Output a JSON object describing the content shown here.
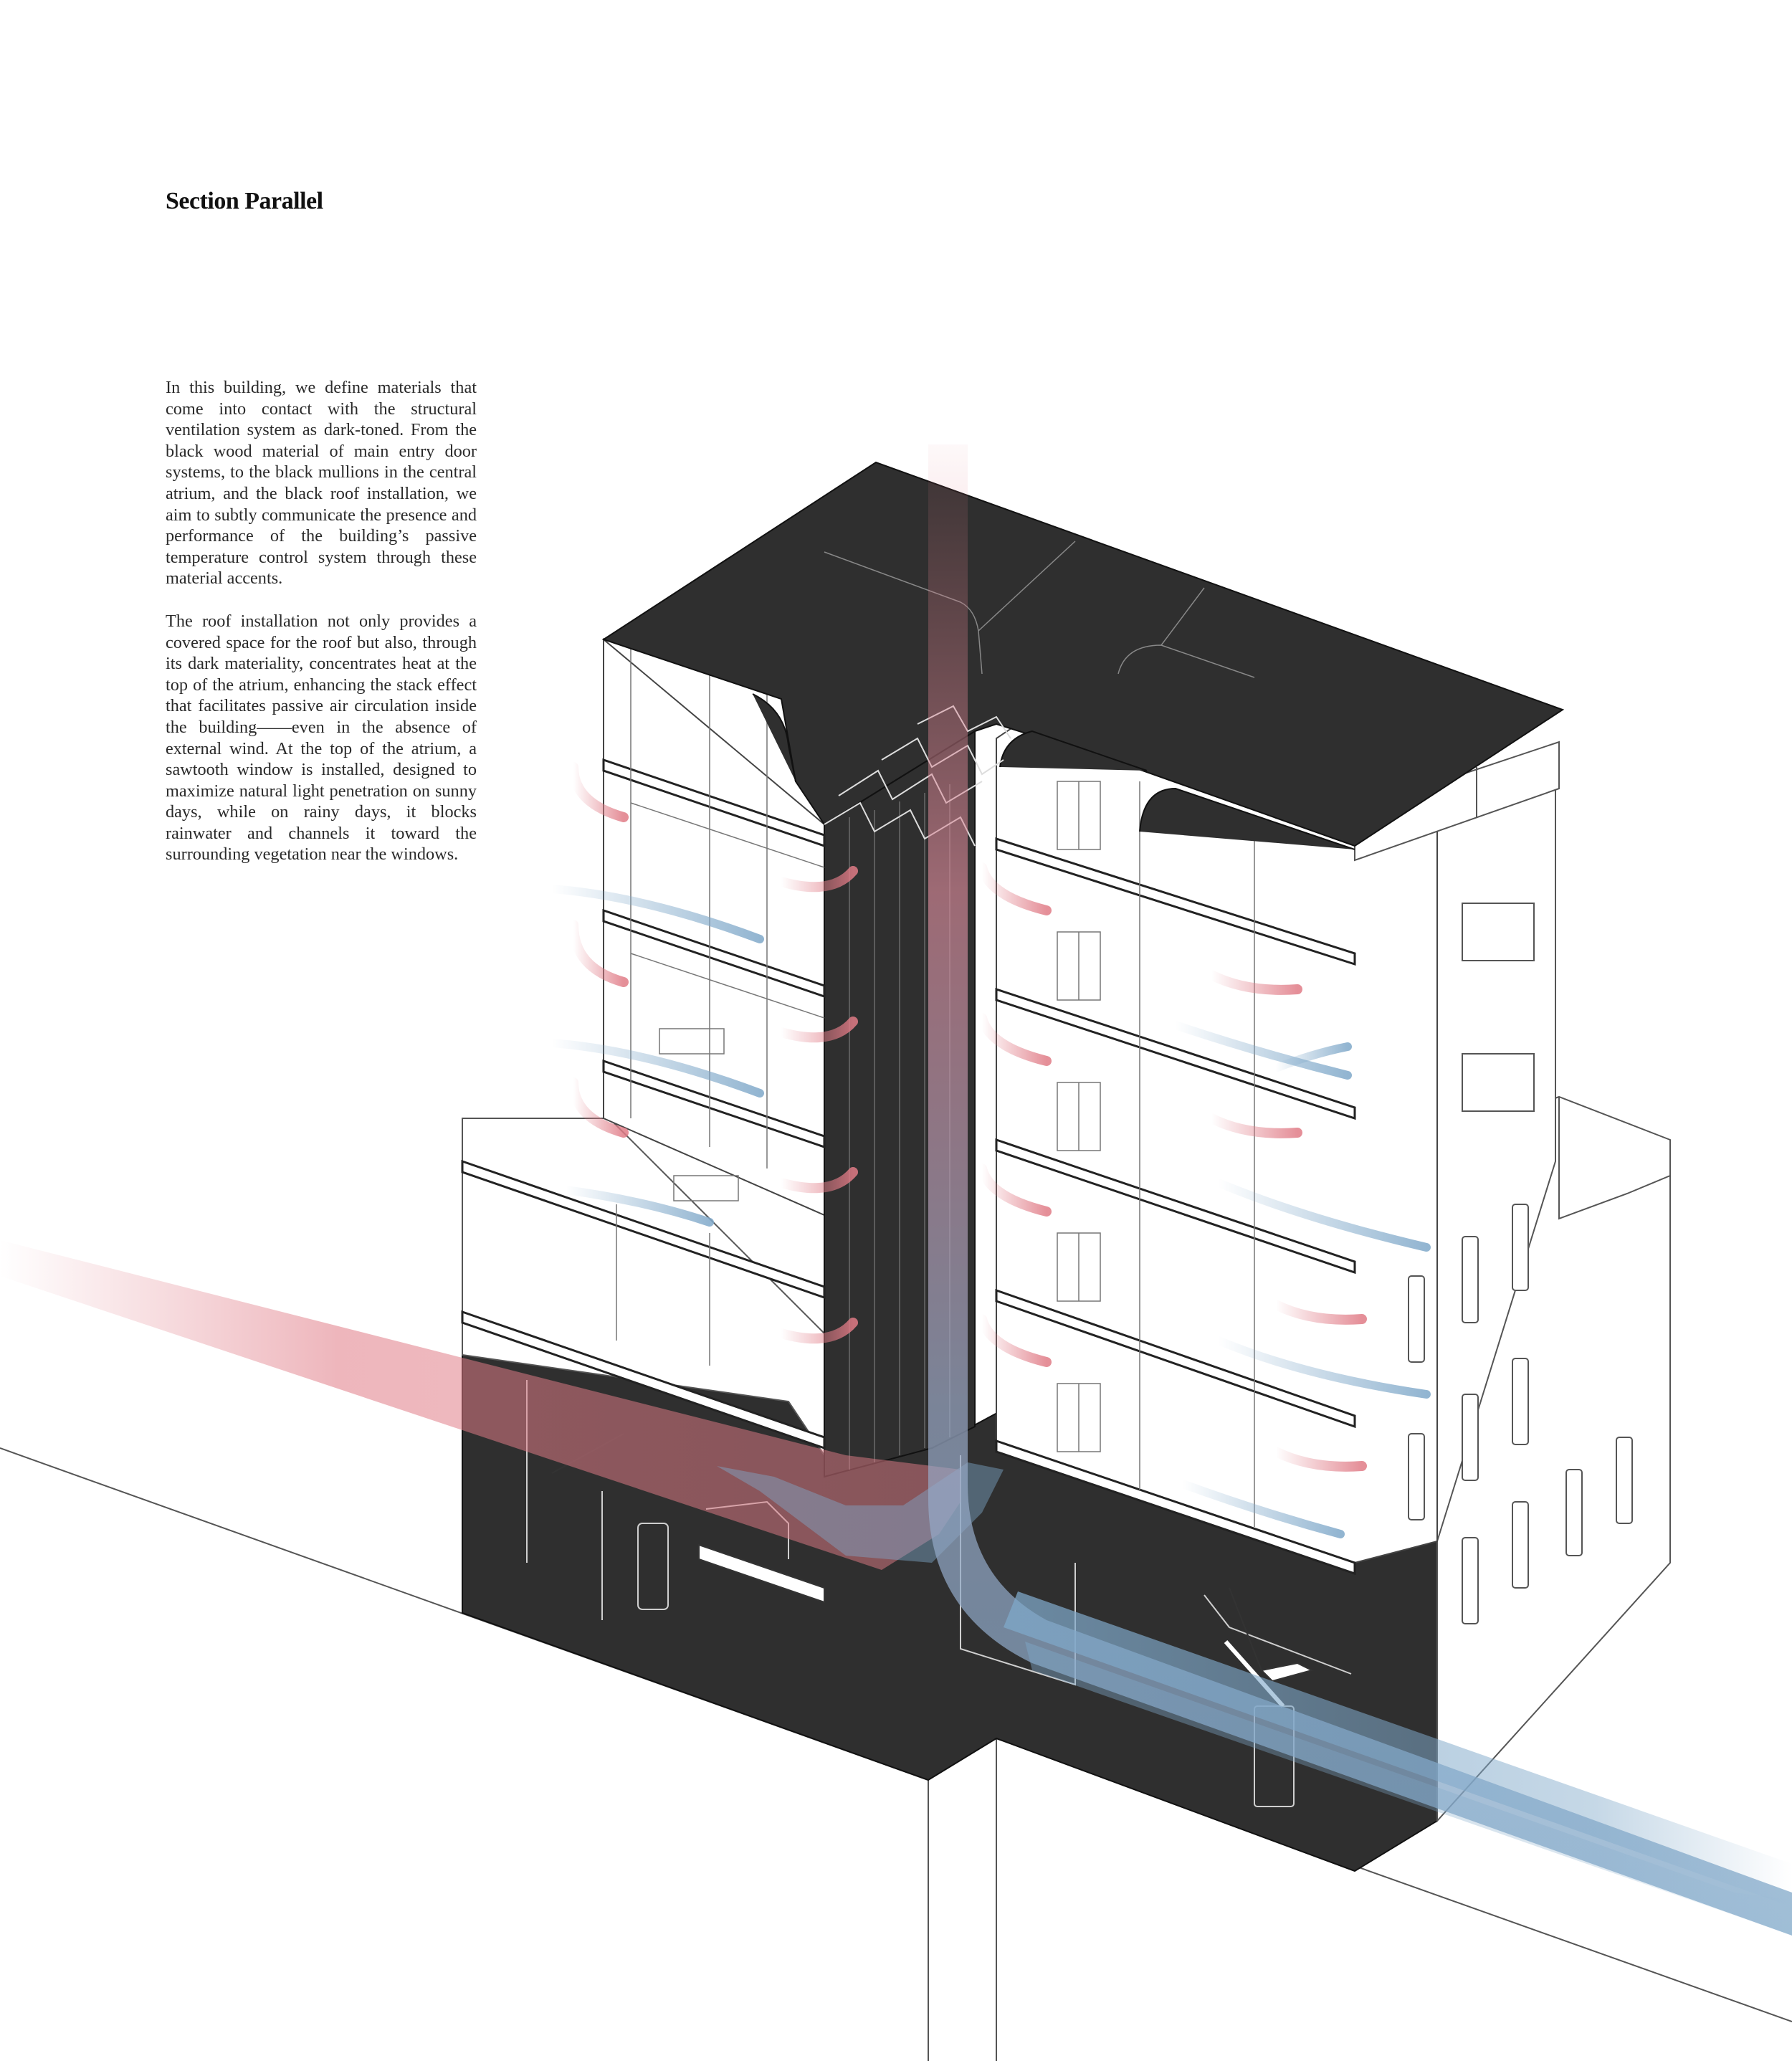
{
  "page": {
    "title": "Section Parallel",
    "paragraphs": [
      "In this building, we define materials that come into contact with the structural ventilation system as dark-toned. From the black wood material of main entry door systems, to the black mullions in the central atrium, and the black roof installation, we aim to subtly communicate the presence and performance of the building’s passive temperature control system through these material accents.",
      "The roof installation not only provides a covered space for the roof but also, through its dark materiality, concentrates heat at the top of the atrium, enhancing the stack effect that facilitates passive air circulation inside the building——even in the absence of external wind. At the top of the atrium, a sawtooth window is installed, designed to maximize natural light penetration on sunny days, while on rainy days, it blocks rainwater and channels it toward the surrounding vegetation near the windows."
    ]
  },
  "colors": {
    "dark_material": "#2f2f2f",
    "linework": "#3a3a3a",
    "warm_air": "#e07b86",
    "cool_air": "#7fa8c9",
    "background": "#ffffff"
  }
}
